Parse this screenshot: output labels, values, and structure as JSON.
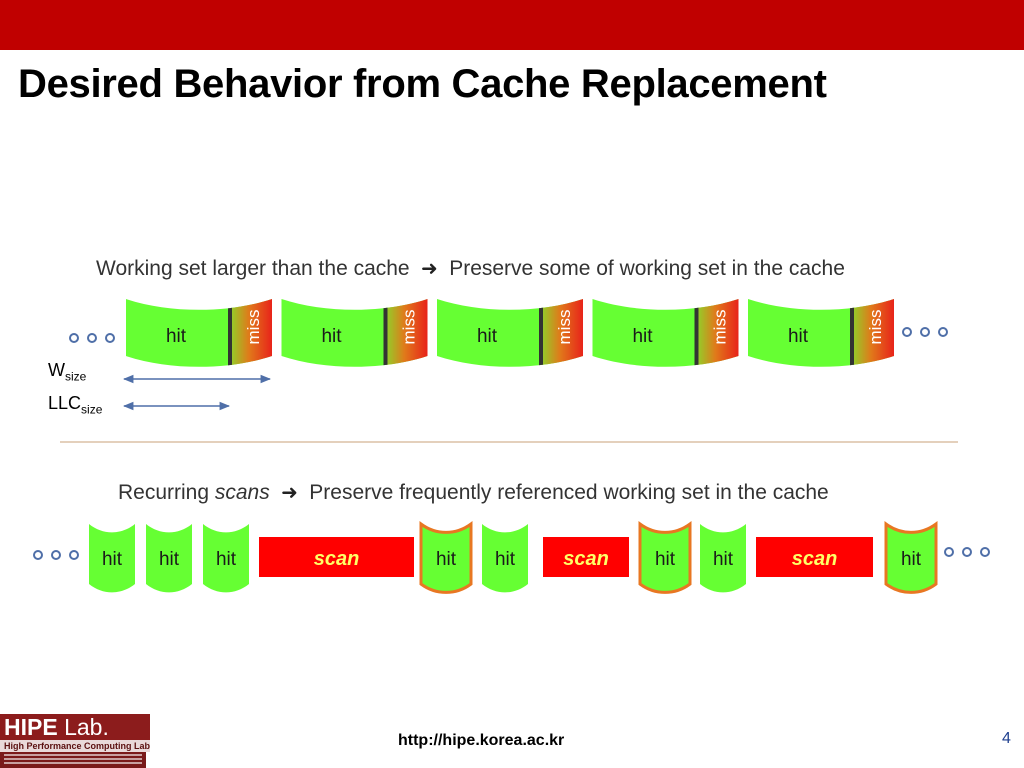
{
  "title": "Desired Behavior from Cache Replacement",
  "section1": {
    "caption_before": "Working set larger than the cache",
    "caption_after": "Preserve some of working set in the cache",
    "labels": {
      "w_main": "W",
      "w_sub": "size",
      "llc_main": "LLC",
      "llc_sub": "size"
    },
    "blocks": [
      {
        "hit": "hit",
        "miss": "miss"
      },
      {
        "hit": "hit",
        "miss": "miss"
      },
      {
        "hit": "hit",
        "miss": "miss"
      },
      {
        "hit": "hit",
        "miss": "miss"
      },
      {
        "hit": "hit",
        "miss": "miss"
      }
    ]
  },
  "section2": {
    "caption_before": "Recurring ",
    "caption_italic": "scans",
    "caption_after": "Preserve frequently referenced working set in the cache",
    "blocks": [
      {
        "label": "hit",
        "kind": "hit"
      },
      {
        "label": "hit",
        "kind": "hit"
      },
      {
        "label": "hit",
        "kind": "hit"
      },
      {
        "label": "scan",
        "kind": "scan"
      },
      {
        "label": "hit",
        "kind": "hit-preserved"
      },
      {
        "label": "hit",
        "kind": "hit"
      },
      {
        "label": "scan",
        "kind": "scan"
      },
      {
        "label": "hit",
        "kind": "hit-preserved"
      },
      {
        "label": "hit",
        "kind": "hit"
      },
      {
        "label": "scan",
        "kind": "scan"
      },
      {
        "label": "hit",
        "kind": "hit-preserved"
      }
    ]
  },
  "colors": {
    "topbar": "#c00000",
    "hit_green": "#66ff33",
    "miss_red": "#e8231a",
    "scan_red": "#ff0000",
    "scan_text": "#ffff66",
    "preserved_border": "#e87722",
    "arrow_blue": "#4f6fa8"
  },
  "footer": {
    "url": "http://hipe.korea.ac.kr",
    "page_number": "4",
    "logo_main": "HIPE",
    "logo_secondary": "Lab.",
    "logo_subtitle": "High Performance Computing Lab"
  }
}
